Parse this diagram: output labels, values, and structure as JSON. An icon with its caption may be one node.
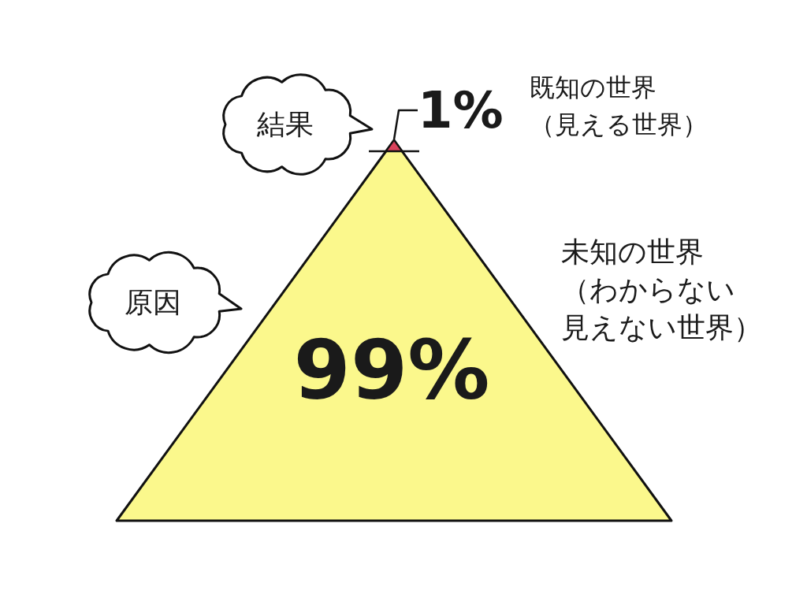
{
  "diagram": {
    "nodes": [
      {
        "text": [
          "結果"
        ]
      },
      {
        "text": [
          "1%"
        ]
      },
      {
        "text": [
          "99%"
        ]
      },
      {
        "text": [],
        "shape": "triangle",
        "in": 2
      },
      {
        "text": [
          "原因"
        ]
      }
    ],
    "edges": [
      {
        "from": 1,
        "to": 3,
        "arrow": "none"
      }
    ],
    "labels": [
      "既知の世界（見える世界）",
      "未知の世界（わからない見えない世界）"
    ]
  }
}
